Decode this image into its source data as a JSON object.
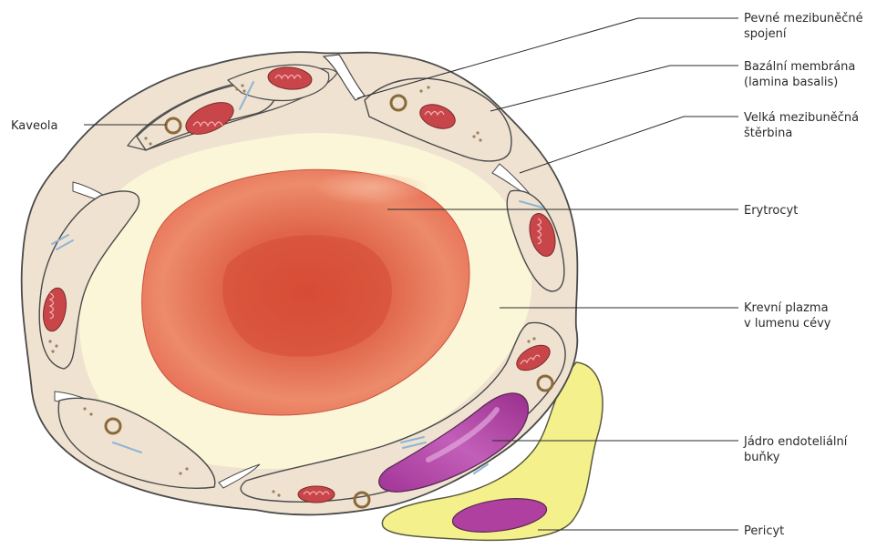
{
  "labels": {
    "kaveola": "Kaveola",
    "pevne_1": "Pevné mezibuněčné",
    "pevne_2": "spojení",
    "bazalni_1": "Bazální membrána",
    "bazalni_2": "(lamina basalis)",
    "velka_1": "Velká mezibuněčná",
    "velka_2": "štěrbina",
    "erytrocyt": "Erytrocyt",
    "plazma_1": "Krevní plazma",
    "plazma_2": "v lumenu cévy",
    "jadro_1": "Jádro endoteliální",
    "jadro_2": "buňky",
    "pericyt": "Pericyt"
  },
  "colors": {
    "plasma": "#fbf6d8",
    "endothelium": "#efe2d1",
    "outline": "#4a4a4a",
    "erythrocyte": "#e0664b",
    "erythrocyte_center": "#d8503a",
    "mitochondria": "#c8464a",
    "nucleus": "#b0409f",
    "pericyte": "#f4f08c",
    "vesicle": "#9c8060",
    "filament": "#8fb4d6"
  }
}
